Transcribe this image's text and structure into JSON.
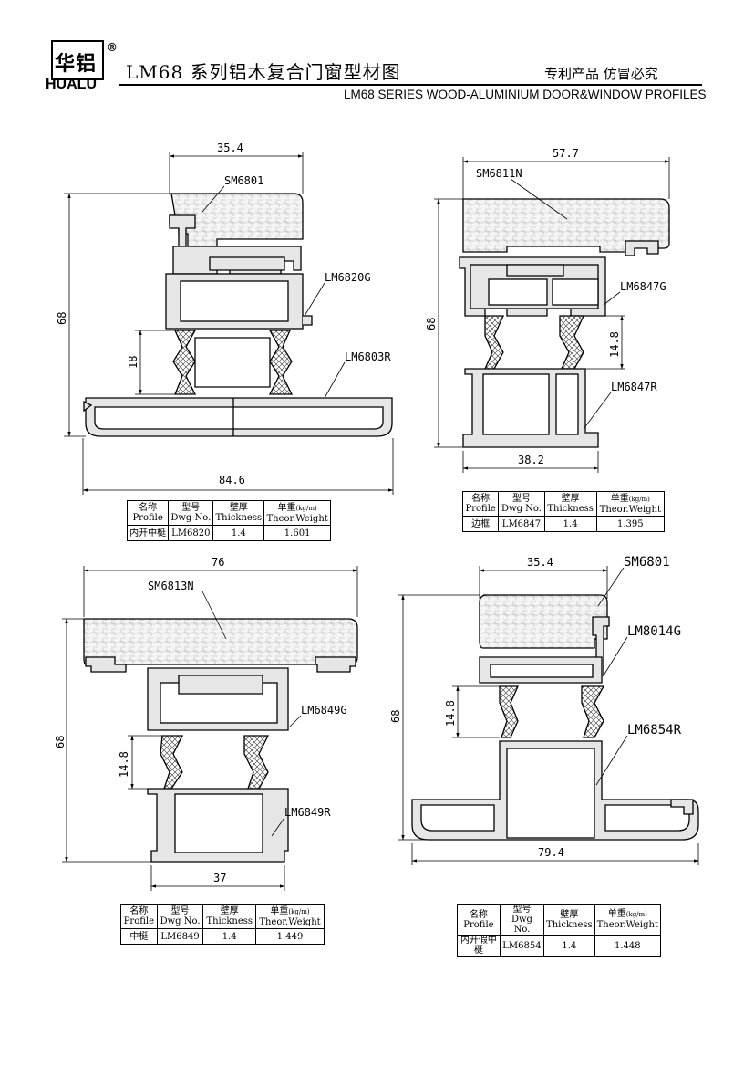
{
  "header": {
    "logo_cn": "华铝",
    "logo_en": "HUALU",
    "registered": "®",
    "title_cn": "LM68 系列铝木复合门窗型材图",
    "patent_text": "专利产品 仿冒必究",
    "title_en": "LM68 SERIES WOOD-ALUMINIUM DOOR&WINDOW PROFILES"
  },
  "spec_header": {
    "name_cn": "名称",
    "name_en": "Profile",
    "dwg_cn": "型号",
    "dwg_en": "Dwg No.",
    "thick_cn": "壁厚",
    "thick_en": "Thickness",
    "weight_cn": "单重",
    "weight_unit": "(kg/m)",
    "weight_en": "Theor.Weight"
  },
  "drawings": [
    {
      "dims": {
        "top": "35.4",
        "height": "68",
        "gap": "18",
        "bottom": "84.6"
      },
      "labels": [
        "SM6801",
        "LM6820G",
        "LM6803R"
      ],
      "table": {
        "profile": "内开中梃",
        "dwg": "LM6820",
        "thickness": "1.4",
        "weight": "1.601"
      }
    },
    {
      "dims": {
        "top": "57.7",
        "height": "68",
        "gap": "14.8",
        "bottom": "38.2"
      },
      "labels": [
        "SM6811N",
        "LM6847G",
        "LM6847R"
      ],
      "table": {
        "profile": "边框",
        "dwg": "LM6847",
        "thickness": "1.4",
        "weight": "1.395"
      }
    },
    {
      "dims": {
        "top": "76",
        "height": "68",
        "gap": "14.8",
        "bottom": "37"
      },
      "labels": [
        "SM6813N",
        "LM6849G",
        "LM6849R"
      ],
      "table": {
        "profile": "中梃",
        "dwg": "LM6849",
        "thickness": "1.4",
        "weight": "1.449"
      }
    },
    {
      "dims": {
        "top": "35.4",
        "height": "68",
        "gap": "14.8",
        "bottom": "79.4"
      },
      "labels": [
        "SM6801",
        "LM8014G",
        "LM6854R"
      ],
      "table": {
        "profile": "内开假中梃",
        "dwg": "LM6854",
        "thickness": "1.4",
        "weight": "1.448"
      }
    }
  ],
  "colors": {
    "wood": "#f1f1f1",
    "aluminium": "#e6e6e6",
    "gasket": "#ffffff",
    "line": "#000000"
  }
}
